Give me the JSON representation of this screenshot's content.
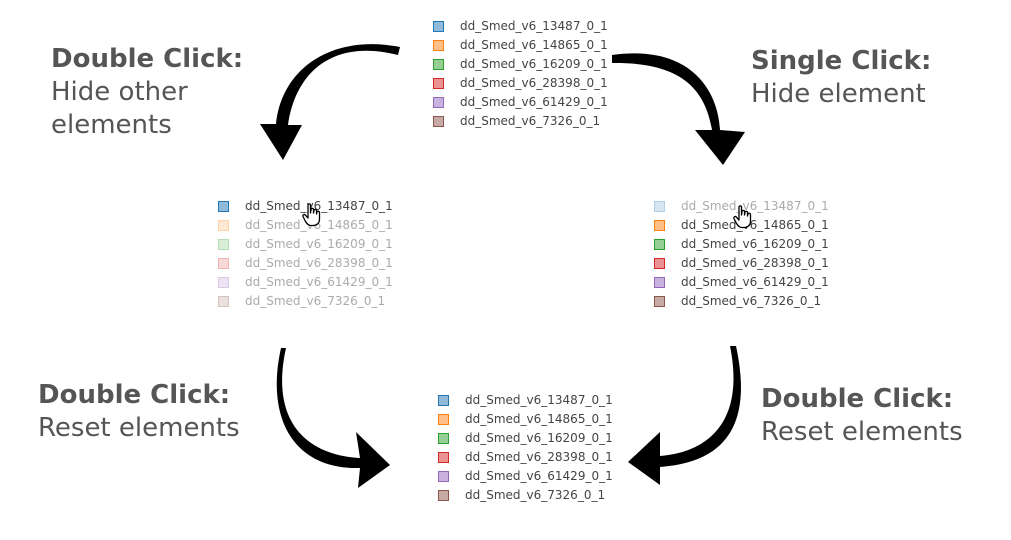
{
  "captions": {
    "top_left": {
      "head": "Double Click:",
      "body": "Hide other\nelements"
    },
    "top_right": {
      "head": "Single Click:",
      "body": "Hide element"
    },
    "bottom_left": {
      "head": "Double Click:",
      "body": "Reset elements"
    },
    "bottom_right": {
      "head": "Double Click:",
      "body": "Reset elements"
    }
  },
  "series": [
    {
      "name": "dd_Smed_v6_13487_0_1",
      "color": "#1f77b4"
    },
    {
      "name": "dd_Smed_v6_14865_0_1",
      "color": "#ff7f0e"
    },
    {
      "name": "dd_Smed_v6_16209_0_1",
      "color": "#2ca02c"
    },
    {
      "name": "dd_Smed_v6_28398_0_1",
      "color": "#d62728"
    },
    {
      "name": "dd_Smed_v6_61429_0_1",
      "color": "#9467bd"
    },
    {
      "name": "dd_Smed_v6_7326_0_1",
      "color": "#8c564b"
    }
  ],
  "legends": {
    "initial": {
      "hidden": []
    },
    "after_double_click": {
      "hidden": [
        1,
        2,
        3,
        4,
        5
      ]
    },
    "after_single_click": {
      "hidden": [
        0
      ]
    },
    "reset": {
      "hidden": []
    }
  },
  "icons": {
    "cursor": "hand-pointer-icon",
    "arrow": "curved-arrow-icon"
  }
}
